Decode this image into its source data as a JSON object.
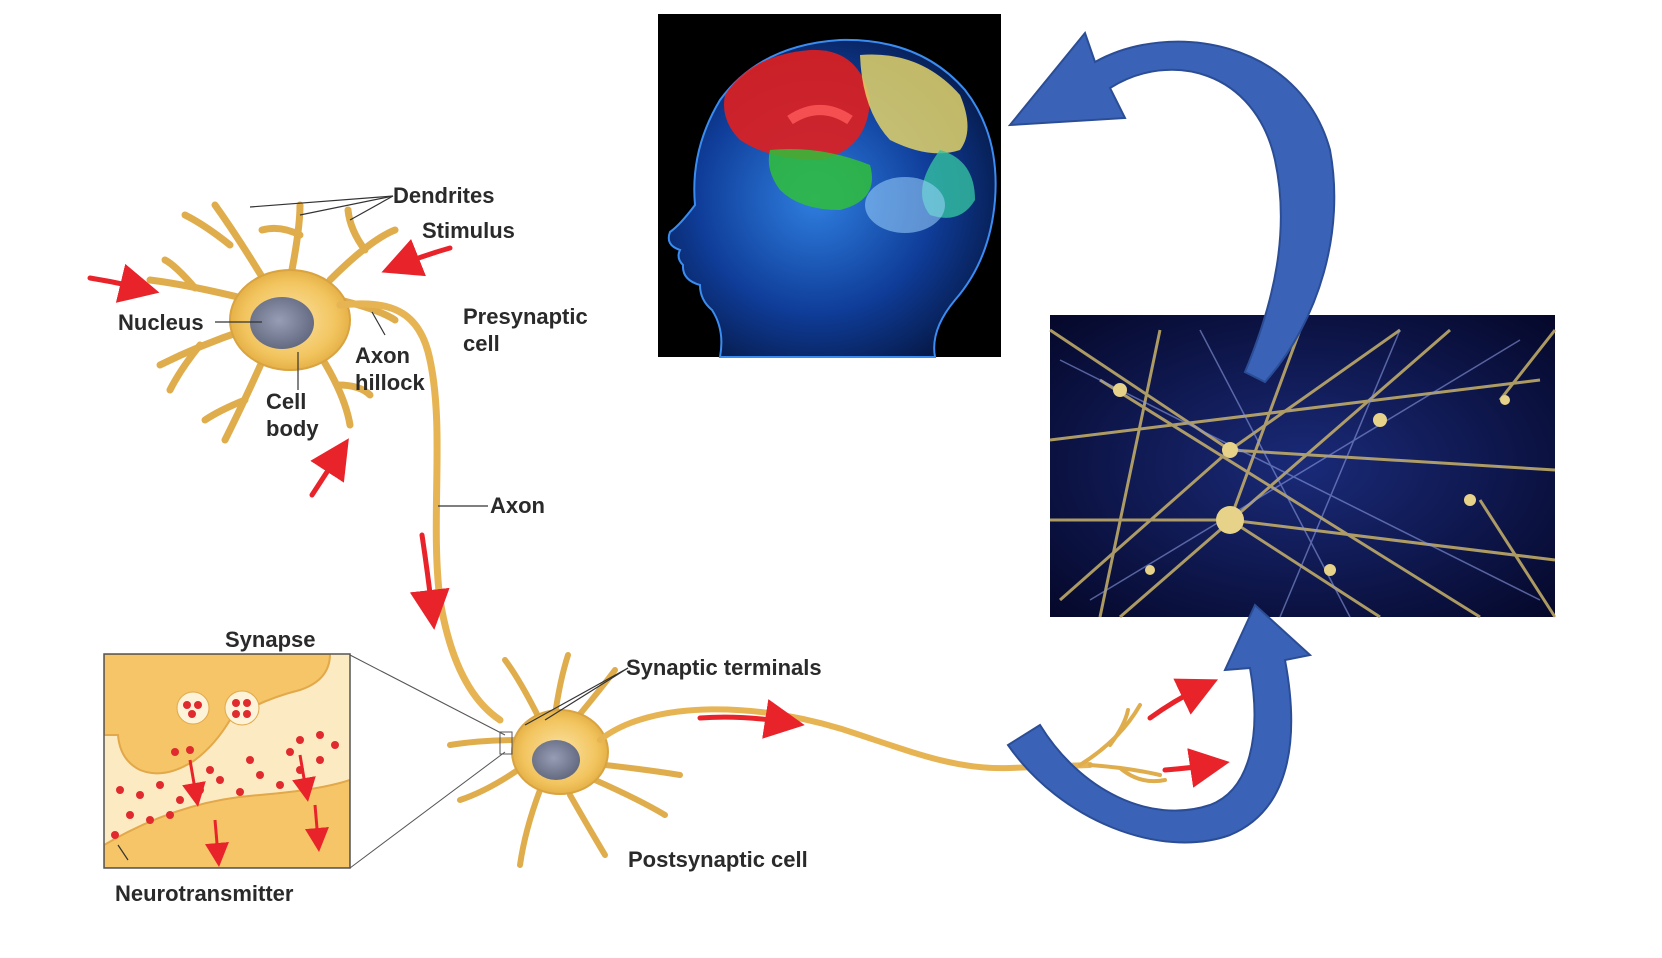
{
  "labels": {
    "dendrites": "Dendrites",
    "stimulus": "Stimulus",
    "nucleus": "Nucleus",
    "axon_hillock_1": "Axon",
    "axon_hillock_2": "hillock",
    "cell_body_1": "Cell",
    "cell_body_2": "body",
    "presynaptic_1": "Presynaptic",
    "presynaptic_2": "cell",
    "axon": "Axon",
    "synapse": "Synapse",
    "synaptic_terminals": "Synaptic terminals",
    "postsynaptic": "Postsynaptic cell",
    "neurotransmitter": "Neurotransmitter"
  },
  "colors": {
    "neuron_fill": "#f2c45e",
    "neuron_stroke": "#c9962e",
    "signal_arrow": "#e8232a",
    "cycle_arrow": "#3a63b8",
    "cycle_arrow_edge": "#2b4d96",
    "label_text": "#2a2a2a",
    "brain_background": "#000000",
    "network_background": "#0b0f3a"
  },
  "images": {
    "brain_panel": "human-head-brain-illustration",
    "network_panel": "neural-network-illustration"
  }
}
